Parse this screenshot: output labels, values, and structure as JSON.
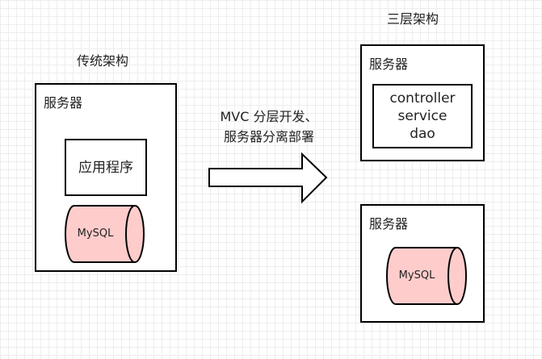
{
  "traditional": {
    "heading": "传统架构",
    "server_label": "服务器",
    "app_label": "应用程序",
    "db_label": "MySQL"
  },
  "transition": {
    "line1": "MVC 分层开发、",
    "line2": "服务器分离部署"
  },
  "three_tier": {
    "heading": "三层架构",
    "app_server": {
      "label": "服务器",
      "layers": [
        "controller",
        "service",
        "dao"
      ]
    },
    "db_server": {
      "label": "服务器",
      "db_label": "MySQL"
    }
  },
  "colors": {
    "cylinder_fill": "#ffcccc",
    "stroke": "#000000",
    "grid": "#ededed"
  }
}
